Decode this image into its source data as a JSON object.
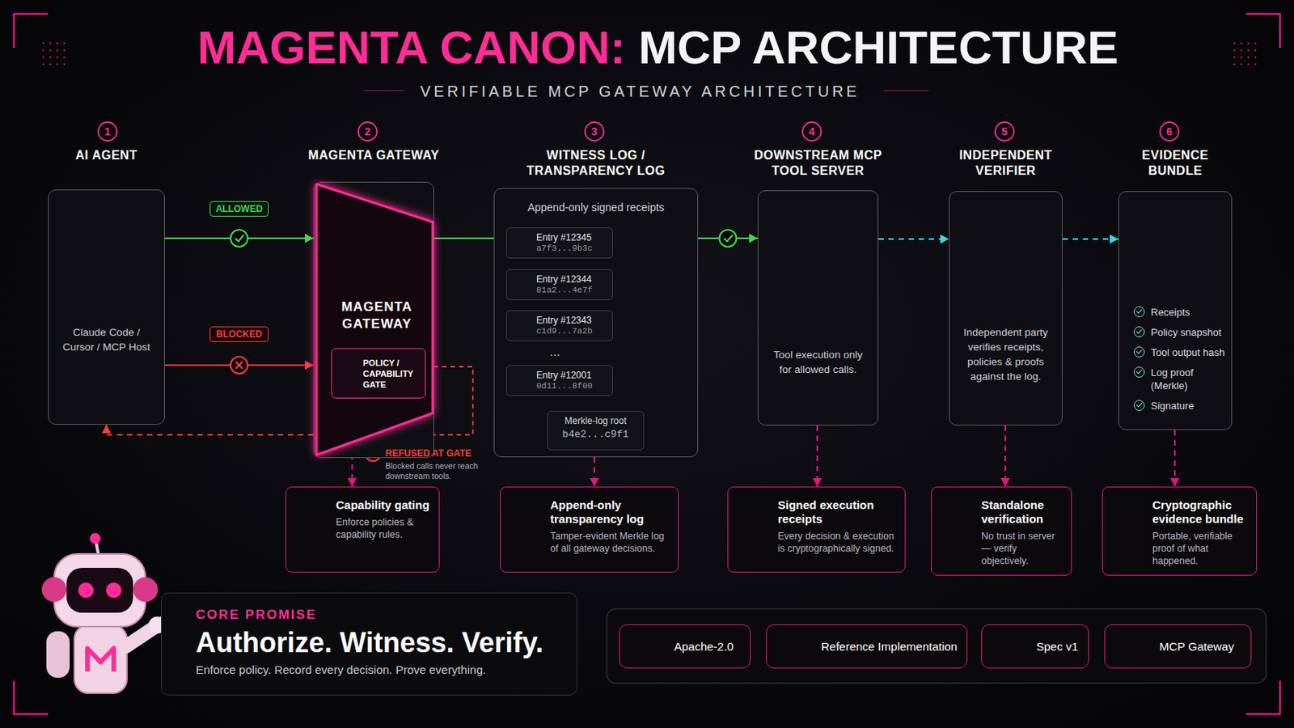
{
  "diagram": {
    "title": "MAGENTA CANON:",
    "nodes": [
      {
        "text": [
          "AI AGENT",
          "Claude Code / Cursor / MCP Host"
        ]
      },
      {
        "text": [
          "MAGENTA GATEWAY",
          "MAGENTA GATEWAY"
        ]
      },
      {
        "text": [
          "POLICY / CAPABILITY GATE"
        ],
        "in": 1
      },
      {
        "text": [
          "WITNESS LOG / TRANSPARENCY LOG",
          "Append-only signed receipts"
        ]
      },
      {
        "text": [
          "Entry #12345",
          "a7f3...9b3c"
        ],
        "in": 3
      },
      {
        "text": [
          "Entry #12344",
          "81a2...4e7f"
        ],
        "in": 3
      },
      {
        "text": [
          "Entry #12343",
          "c1d9...7a2b"
        ],
        "in": 3
      },
      {
        "text": [
          "Entry #12001",
          "0d11...8f00"
        ],
        "in": 3
      },
      {
        "text": [
          "Merkle-log root",
          "b4e2...c9f1"
        ],
        "in": 3
      },
      {
        "text": [
          "DOWNSTREAM MCP TOOL SERVER",
          "Tool execution only for allowed calls."
        ]
      },
      {
        "text": [
          "INDEPENDENT VERIFIER",
          "Independent party verifies receipts, policies & proofs against the log."
        ]
      },
      {
        "text": [
          "EVIDENCE BUNDLE",
          "Receipts",
          "Policy snapshot",
          "Tool output hash",
          "Log proof (Merkle)",
          "Signature"
        ]
      },
      {
        "text": [
          "Capability gating",
          "Enforce policies & capability rules."
        ]
      },
      {
        "text": [
          "Append-only transparency log",
          "Tamper-evident Merkle log of all gateway decisions."
        ]
      },
      {
        "text": [
          "Signed execution receipts",
          "Every decision & execution is cryptographically signed."
        ]
      },
      {
        "text": [
          "Standalone verification",
          "No trust in server— verify objectively."
        ]
      },
      {
        "text": [
          "Cryptographic evidence bundle",
          "Portable, verifiable proof of what happened."
        ]
      },
      {
        "text": [
          "CORE PROMISE",
          "Authorize. Witness. Verify.",
          "Enforce policy. Record every decision. Prove everything."
        ]
      },
      {
        "text": [
          "Apache-2.0"
        ]
      },
      {
        "text": [
          "Reference Implementation"
        ]
      },
      {
        "text": [
          "Spec v1"
        ]
      },
      {
        "text": [
          "MCP Gateway"
        ]
      }
    ],
    "edges": [
      {
        "from": 0,
        "to": 1,
        "label": "ALLOWED",
        "arrow": "to"
      },
      {
        "from": 0,
        "to": 1,
        "label": "BLOCKED",
        "arrow": "to"
      },
      {
        "from": 1,
        "to": 0,
        "arrow": "to"
      },
      {
        "from": 1,
        "to": 3,
        "arrow": "none"
      },
      {
        "from": 3,
        "to": 9,
        "arrow": "to"
      },
      {
        "from": 9,
        "to": 10,
        "arrow": "to"
      },
      {
        "from": 10,
        "to": 11,
        "arrow": "to"
      },
      {
        "from": 1,
        "to": 12,
        "arrow": "to"
      },
      {
        "from": 3,
        "to": 13,
        "arrow": "to"
      },
      {
        "from": 9,
        "to": 14,
        "arrow": "to"
      },
      {
        "from": 10,
        "to": 15,
        "arrow": "to"
      },
      {
        "from": 11,
        "to": 16,
        "arrow": "to"
      }
    ],
    "labels": [
      "MCP ARCHITECTURE",
      "VERIFIABLE MCP GATEWAY ARCHITECTURE",
      "1",
      "2",
      "3",
      "4",
      "5",
      "6",
      "...",
      "REFUSED AT GATE",
      "Blocked calls never reach downstream tools."
    ]
  }
}
